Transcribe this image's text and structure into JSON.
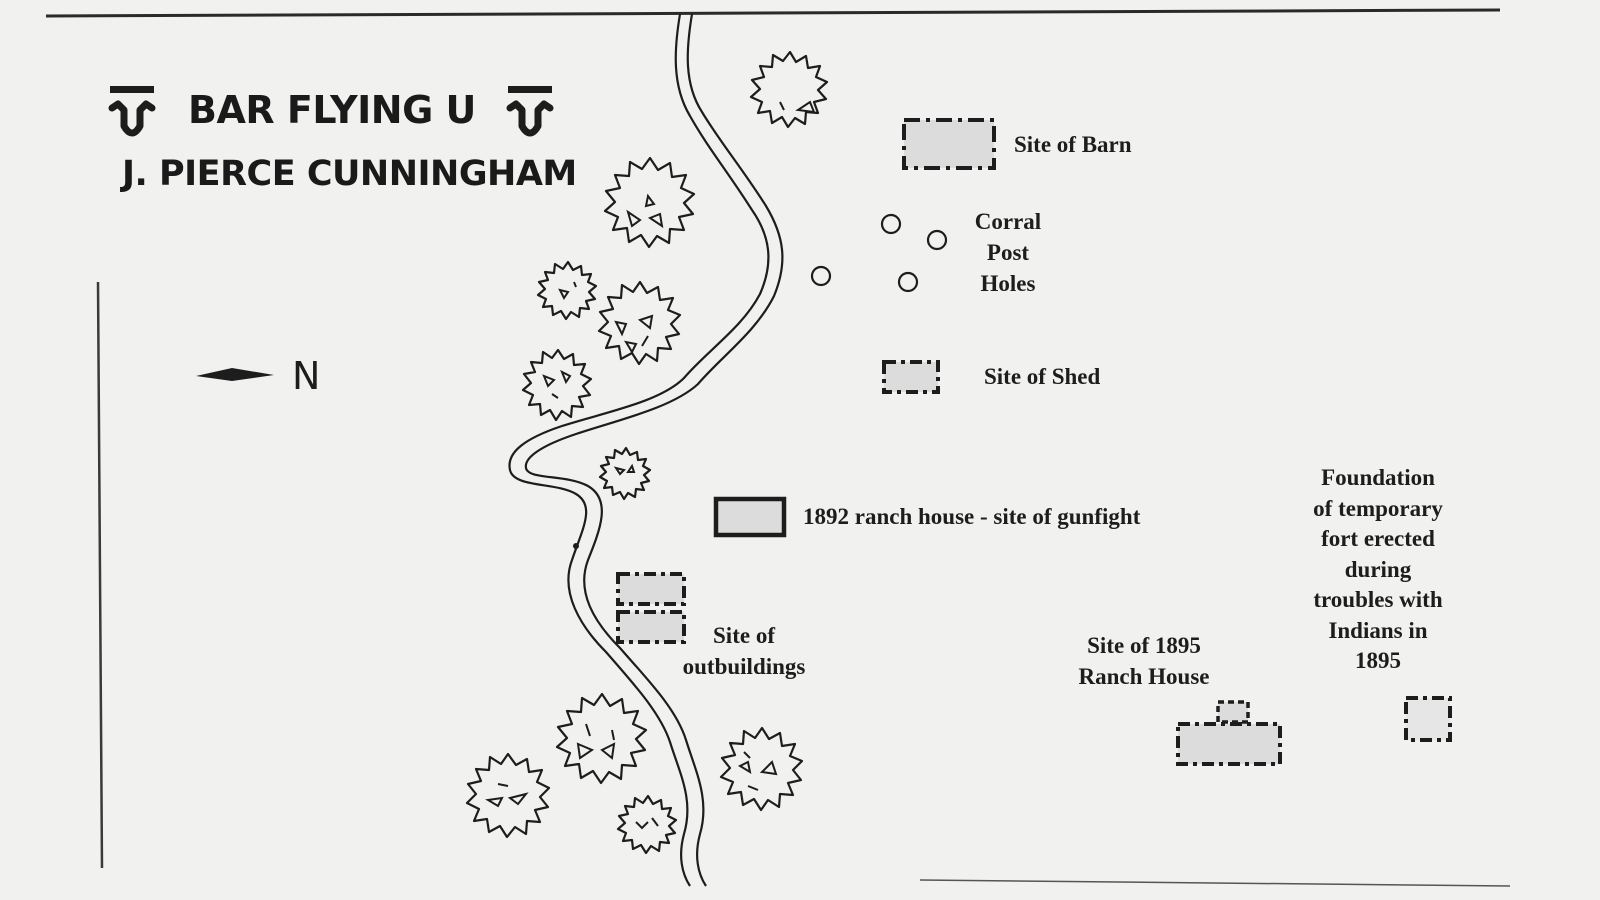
{
  "map": {
    "brand_name": "BAR FLYING U",
    "owner": "J. PIERCE CUNNINGHAM",
    "brand_icon": "bar-flying-u-brand-icon",
    "north_label": "N",
    "labels": {
      "barn": "Site of Barn",
      "corral": [
        "Corral",
        "Post",
        "Holes"
      ],
      "shed": "Site of Shed",
      "ranch_house_1892": "1892 ranch house - site of gunfight",
      "outbuildings": [
        "Site of",
        "outbuildings"
      ],
      "ranch_house_1895": [
        "Site of 1895",
        "Ranch House"
      ],
      "fort": [
        "Foundation",
        "of temporary",
        "fort erected",
        "during",
        "troubles with",
        "Indians in",
        "1895"
      ]
    },
    "colors": {
      "paper": "#f1f1ef",
      "ink": "#1d1d1d",
      "building_fill": "#dcdcdc"
    }
  }
}
